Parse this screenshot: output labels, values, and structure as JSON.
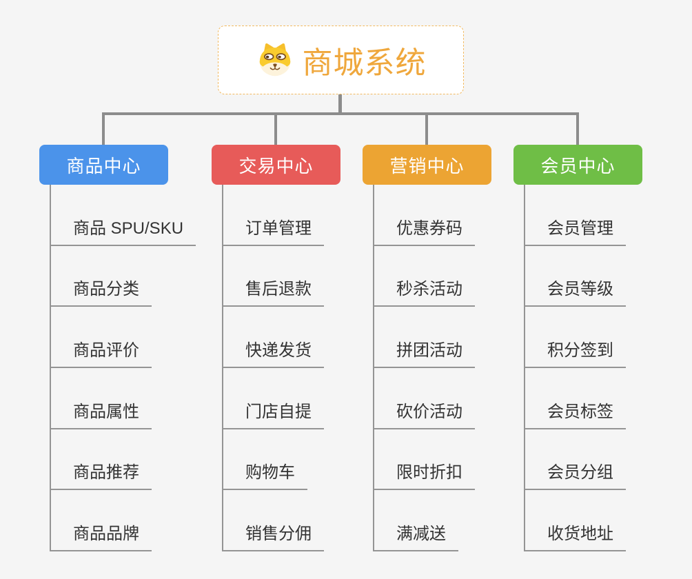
{
  "page": {
    "background": "#F5F5F5"
  },
  "root": {
    "title": "商城系统",
    "title_color": "#EFA73C",
    "border_color": "#F2B95E",
    "icon": "dog-face-icon"
  },
  "branches": [
    {
      "label": "商品中心",
      "color": "#4B93EA",
      "items": [
        "商品 SPU/SKU",
        "商品分类",
        "商品评价",
        "商品属性",
        "商品推荐",
        "商品品牌"
      ]
    },
    {
      "label": "交易中心",
      "color": "#E75B59",
      "items": [
        "订单管理",
        "售后退款",
        "快递发货",
        "门店自提",
        "购物车",
        "销售分佣"
      ]
    },
    {
      "label": "营销中心",
      "color": "#ECA433",
      "items": [
        "优惠券码",
        "秒杀活动",
        "拼团活动",
        "砍价活动",
        "限时折扣",
        "满减送"
      ]
    },
    {
      "label": "会员中心",
      "color": "#6FBE46",
      "items": [
        "会员管理",
        "会员等级",
        "积分签到",
        "会员标签",
        "会员分组",
        "收货地址"
      ]
    }
  ]
}
